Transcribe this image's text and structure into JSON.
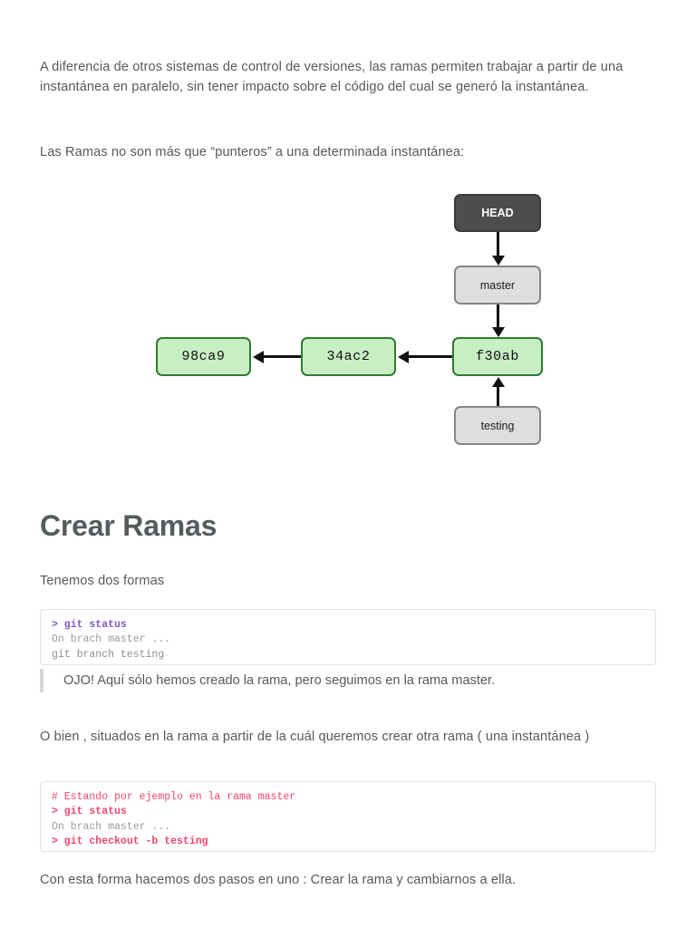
{
  "document": {
    "paragraphs": {
      "intro": "A diferencia de otros sistemas de control de versiones, las ramas permiten trabajar a partir de una instantánea en paralelo, sin tener impacto sobre el código del cual se generó la instantánea.",
      "punteros": "Las Ramas no son más que “punteros” a una determinada instantánea:",
      "formas": "Tenemos dos formas",
      "obien": "O bien , situados en la rama a partir de la cuál queremos crear otra rama ( una instantánea )",
      "final": "Con esta forma hacemos dos pasos en uno : Crear la rama y cambiarnos a ella."
    },
    "heading": "Crear Ramas",
    "blockquote": "OJO! Aquí sólo hemos creado la rama, pero seguimos en la rama master."
  },
  "diagram": {
    "type": "git-branch-pointer-diagram",
    "nodes": {
      "head": {
        "label": "HEAD",
        "fill": "#4d4d4d",
        "border": "#3a3a3a",
        "text": "#ffffff"
      },
      "master": {
        "label": "master",
        "fill": "#dedede",
        "border": "#878787",
        "text": "#1c1c1c"
      },
      "testing": {
        "label": "testing",
        "fill": "#dedede",
        "border": "#878787",
        "text": "#1c1c1c"
      },
      "commit_f30ab": {
        "label": "f30ab",
        "fill": "#c8eec4",
        "border": "#2f7a33",
        "text": "#101010"
      },
      "commit_34ac2": {
        "label": "34ac2",
        "fill": "#c8eec4",
        "border": "#2f7a33",
        "text": "#101010"
      },
      "commit_98ca9": {
        "label": "98ca9",
        "fill": "#c8eec4",
        "border": "#2f7a33",
        "text": "#101010"
      }
    },
    "edges": [
      {
        "from": "HEAD",
        "to": "master",
        "direction": "down"
      },
      {
        "from": "master",
        "to": "f30ab",
        "direction": "down"
      },
      {
        "from": "testing",
        "to": "f30ab",
        "direction": "up"
      },
      {
        "from": "f30ab",
        "to": "34ac2",
        "direction": "left"
      },
      {
        "from": "34ac2",
        "to": "98ca9",
        "direction": "left"
      }
    ]
  },
  "code_blocks": {
    "first": {
      "lines": [
        {
          "text": "> git status",
          "style": "cmd-purple"
        },
        {
          "text": "On brach master ...",
          "style": "out"
        },
        {
          "text": "git branch testing",
          "style": "plain-gray"
        }
      ]
    },
    "second": {
      "lines": [
        {
          "text": "# Estando por ejemplo en la rama master",
          "style": "comment-pink"
        },
        {
          "text": "> git status",
          "style": "cmd-pink"
        },
        {
          "text": "On brach master ...",
          "style": "out"
        },
        {
          "text": "> git checkout -b testing",
          "style": "cmd-pink"
        }
      ]
    }
  },
  "colors": {
    "text": "#595959",
    "heading": "#565b5e",
    "code_purple": "#7d5bbe",
    "code_pink": "#ef476f",
    "code_gray": "#9b9b9b",
    "commit_green": "#c8eec4",
    "ref_gray": "#dedede",
    "head_dark": "#4d4d4d"
  }
}
